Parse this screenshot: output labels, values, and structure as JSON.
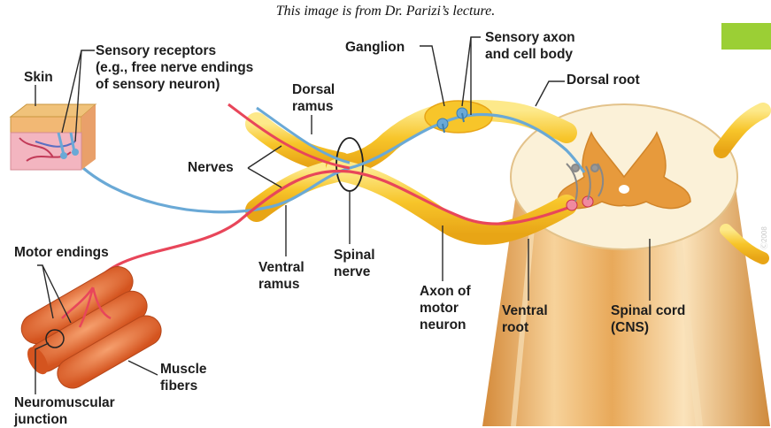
{
  "caption": "This image is from Dr. Parizi’s lecture.",
  "labels": {
    "skin": "Skin",
    "sensory_receptors": [
      "Sensory receptors",
      "(e.g., free nerve endings",
      "of sensory neuron)"
    ],
    "dorsal_ramus": [
      "Dorsal",
      "ramus"
    ],
    "ganglion": "Ganglion",
    "sensory_axon": [
      "Sensory axon",
      "and cell body"
    ],
    "dorsal_root": "Dorsal root",
    "nerves": "Nerves",
    "motor_endings": "Motor endings",
    "ventral_ramus": [
      "Ventral",
      "ramus"
    ],
    "spinal_nerve": [
      "Spinal",
      "nerve"
    ],
    "axon_motor": [
      "Axon of",
      "motor",
      "neuron"
    ],
    "ventral_root": [
      "Ventral",
      "root"
    ],
    "spinal_cord": [
      "Spinal cord",
      "(CNS)"
    ],
    "muscle_fibers": [
      "Muscle",
      "fibers"
    ],
    "neuromuscular": [
      "Neuromuscular",
      "junction"
    ]
  },
  "colors": {
    "nerve_yellow": "#f7c52a",
    "nerve_highlight": "#fde98a",
    "sensory_blue": "#6aa9d6",
    "motor_red": "#e8465a",
    "muscle": "#e8703a",
    "cord_outer": "#e9b567",
    "cord_grey": "#e39a3c",
    "accent_green": "#9bcf35"
  },
  "side_credit": "Ⓒ2008"
}
